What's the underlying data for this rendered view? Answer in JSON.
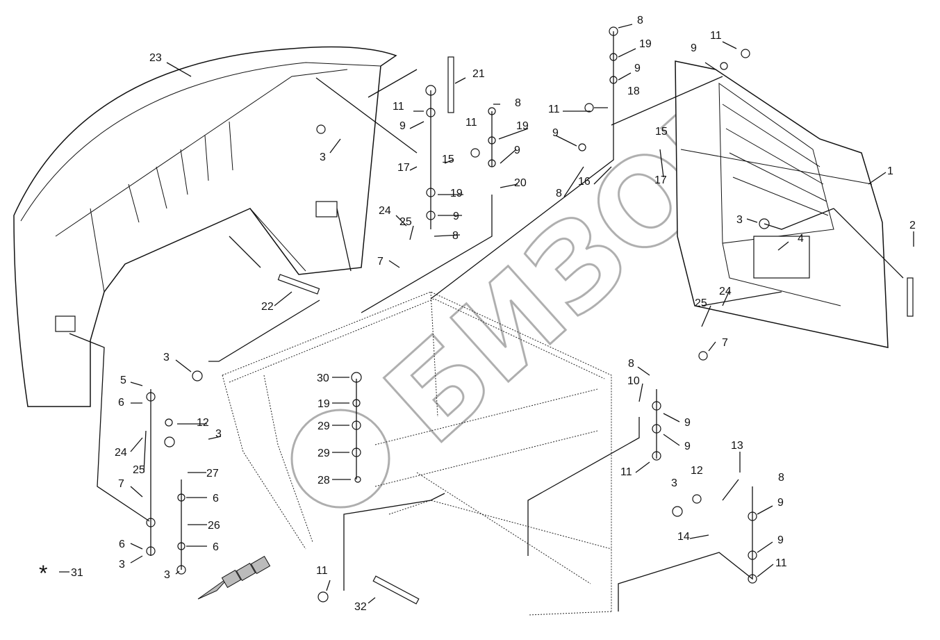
{
  "watermark": {
    "text": "БИЗОН",
    "color": "#9a9a9a"
  },
  "callouts": [
    "23",
    "21",
    "8",
    "19",
    "9",
    "11",
    "9",
    "18",
    "11",
    "9",
    "8",
    "11",
    "19",
    "9",
    "11",
    "15",
    "9",
    "15",
    "3",
    "17",
    "20",
    "19",
    "8",
    "16",
    "17",
    "1",
    "24",
    "25",
    "9",
    "8",
    "3",
    "2",
    "4",
    "7",
    "22",
    "25",
    "24",
    "7",
    "3",
    "8",
    "10",
    "30",
    "5",
    "19",
    "6",
    "12",
    "3",
    "29",
    "9",
    "9",
    "24",
    "25",
    "29",
    "13",
    "27",
    "11",
    "12",
    "8",
    "3",
    "28",
    "7",
    "6",
    "9",
    "26",
    "14",
    "9",
    "6",
    "6",
    "3",
    "11",
    "31",
    "3",
    "11",
    "32"
  ],
  "asterisk": "*"
}
